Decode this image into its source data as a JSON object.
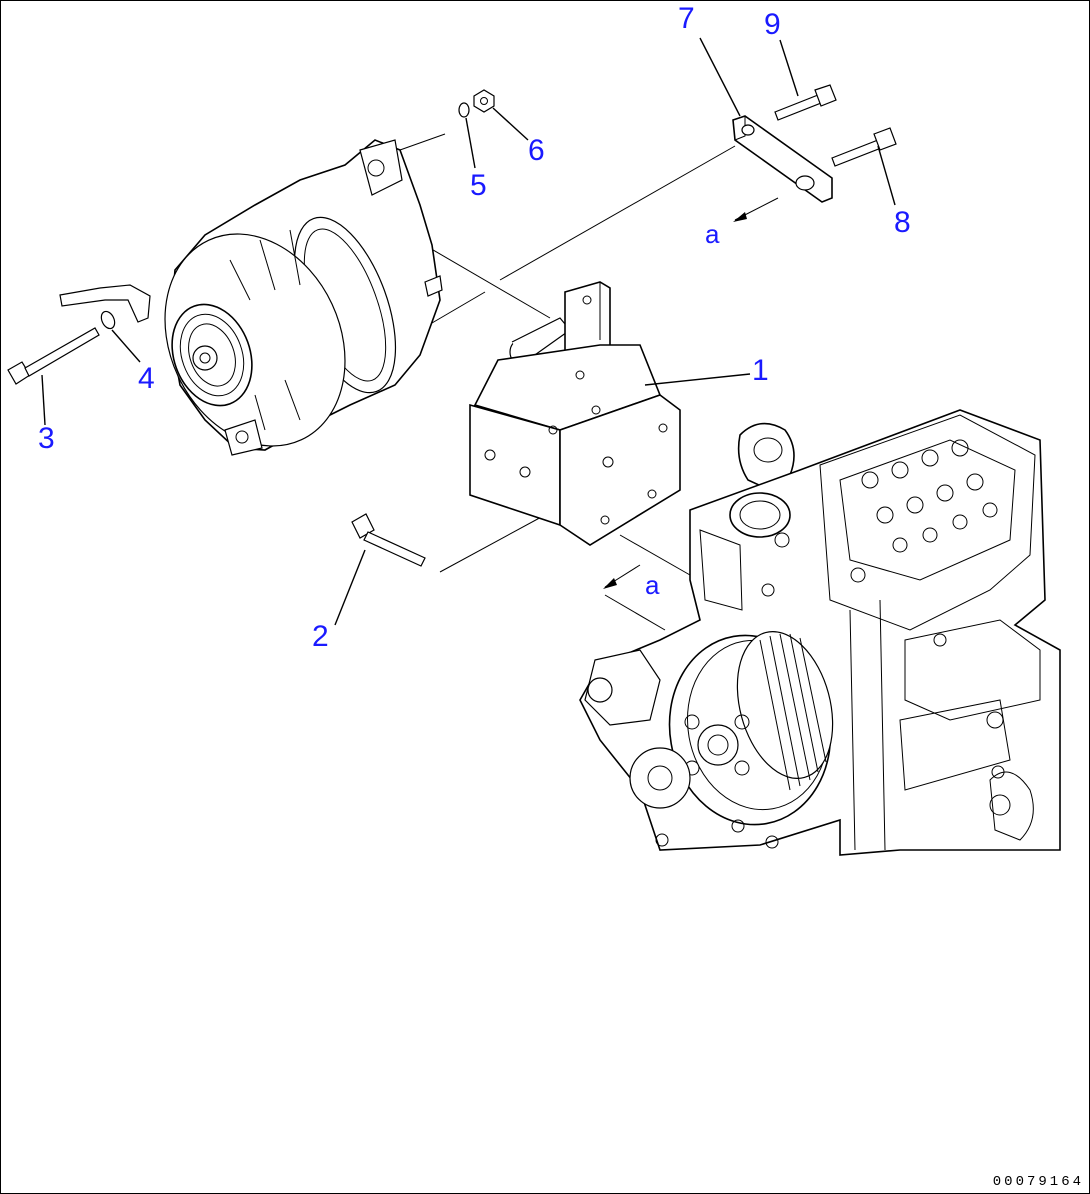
{
  "callouts": {
    "c1": "1",
    "c2": "2",
    "c3": "3",
    "c4": "4",
    "c5": "5",
    "c6": "6",
    "c7": "7",
    "c8": "8",
    "c9": "9",
    "view_a_top": "a",
    "view_a_bottom": "a"
  },
  "document_number": "00079164",
  "colors": {
    "callout": "#1a1aff",
    "line": "#000000",
    "background": "#ffffff"
  }
}
